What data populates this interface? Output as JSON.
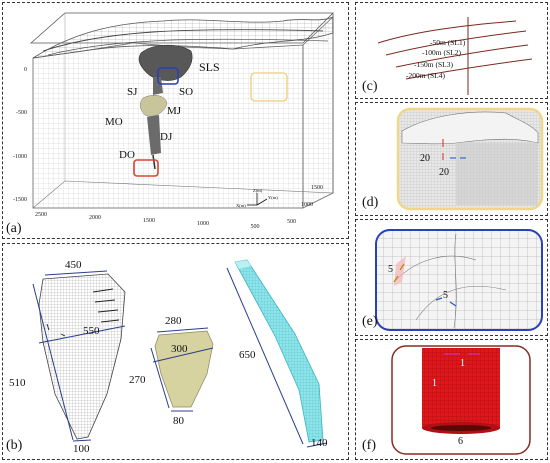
{
  "panels": {
    "a": {
      "label": "(a)",
      "z_ticks": [
        "0",
        "-500",
        "-1000",
        "-1500"
      ],
      "x_ticks": [
        "2500",
        "2000",
        "1500",
        "1000",
        "500"
      ],
      "y_ticks": [
        "1500",
        "1000",
        "500"
      ],
      "axis_labels": {
        "z": "Z(m)",
        "y": "Y(m)",
        "x": "X(m)"
      },
      "features": {
        "sls": "SLS",
        "sj": "SJ",
        "so": "SO",
        "mj": "MJ",
        "mo": "MO",
        "dj": "DJ",
        "do": "DO"
      }
    },
    "b": {
      "label": "(b)",
      "block1": {
        "top": "450",
        "mid": "550",
        "left": "510",
        "bottom": "100"
      },
      "block2": {
        "top": "280",
        "mid": "300",
        "left": "270",
        "bottom": "80"
      },
      "block3": {
        "side": "650",
        "bottom": "140"
      }
    },
    "c": {
      "label": "(c)",
      "levels": [
        "-50m (SL1)",
        "-100m (SL2)",
        "-150m (SL3)",
        "-200m (SL4)"
      ]
    },
    "d": {
      "label": "(d)",
      "dim_vertical": "20",
      "dim_horizontal": "20"
    },
    "e": {
      "label": "(e)",
      "dim_upper": "5",
      "dim_lower": "5"
    },
    "f": {
      "label": "(f)",
      "dim_top": "1",
      "dim_side": "1",
      "dim_bottom": "6"
    }
  },
  "colors": {
    "highlight_yellow": "#f0d68a",
    "highlight_blue": "#2b3fb8",
    "highlight_red": "#d9432f",
    "mesh_cyan": "#5fd3de",
    "mesh_olive": "#d6d3a0",
    "shaft_red": "#e0161c"
  }
}
